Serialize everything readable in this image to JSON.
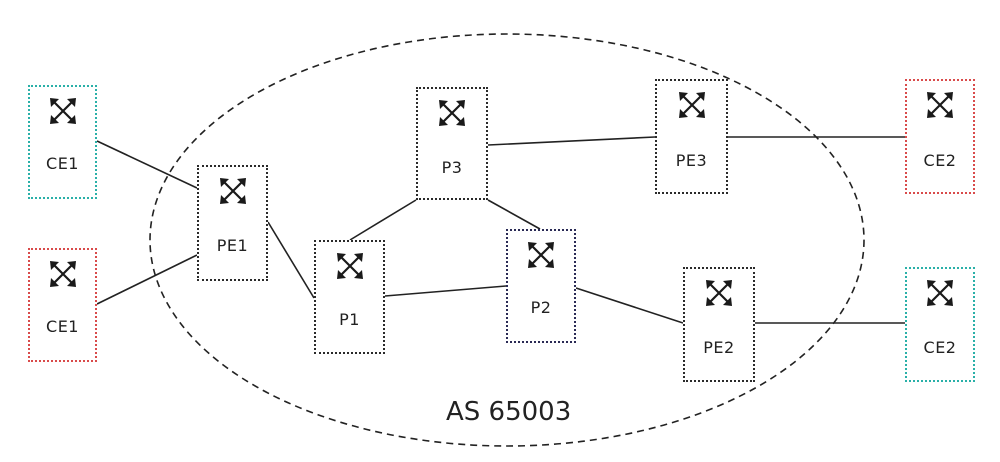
{
  "as_label": "AS 65003",
  "colors": {
    "teal": "#2ab0a8",
    "red": "#d94b4b",
    "dark": "#2a2a2a",
    "navy": "#2a2a55"
  },
  "icon": "router-cross-arrows-icon",
  "nodes": [
    {
      "id": "ce1-top",
      "label": "CE1",
      "color": "teal"
    },
    {
      "id": "ce1-bottom",
      "label": "CE1",
      "color": "red"
    },
    {
      "id": "pe1",
      "label": "PE1",
      "color": "dark"
    },
    {
      "id": "p1",
      "label": "P1",
      "color": "dark"
    },
    {
      "id": "p3",
      "label": "P3",
      "color": "dark"
    },
    {
      "id": "p2",
      "label": "P2",
      "color": "navy"
    },
    {
      "id": "pe3",
      "label": "PE3",
      "color": "dark"
    },
    {
      "id": "pe2",
      "label": "PE2",
      "color": "dark"
    },
    {
      "id": "ce2-top",
      "label": "CE2",
      "color": "red"
    },
    {
      "id": "ce2-bottom",
      "label": "CE2",
      "color": "teal"
    }
  ],
  "links": [
    [
      "ce1-top",
      "pe1"
    ],
    [
      "ce1-bottom",
      "pe1"
    ],
    [
      "pe1",
      "p1"
    ],
    [
      "p1",
      "p3"
    ],
    [
      "p1",
      "p2"
    ],
    [
      "p3",
      "p2"
    ],
    [
      "p3",
      "pe3"
    ],
    [
      "p2",
      "pe2"
    ],
    [
      "pe3",
      "ce2-top"
    ],
    [
      "pe2",
      "ce2-bottom"
    ]
  ]
}
